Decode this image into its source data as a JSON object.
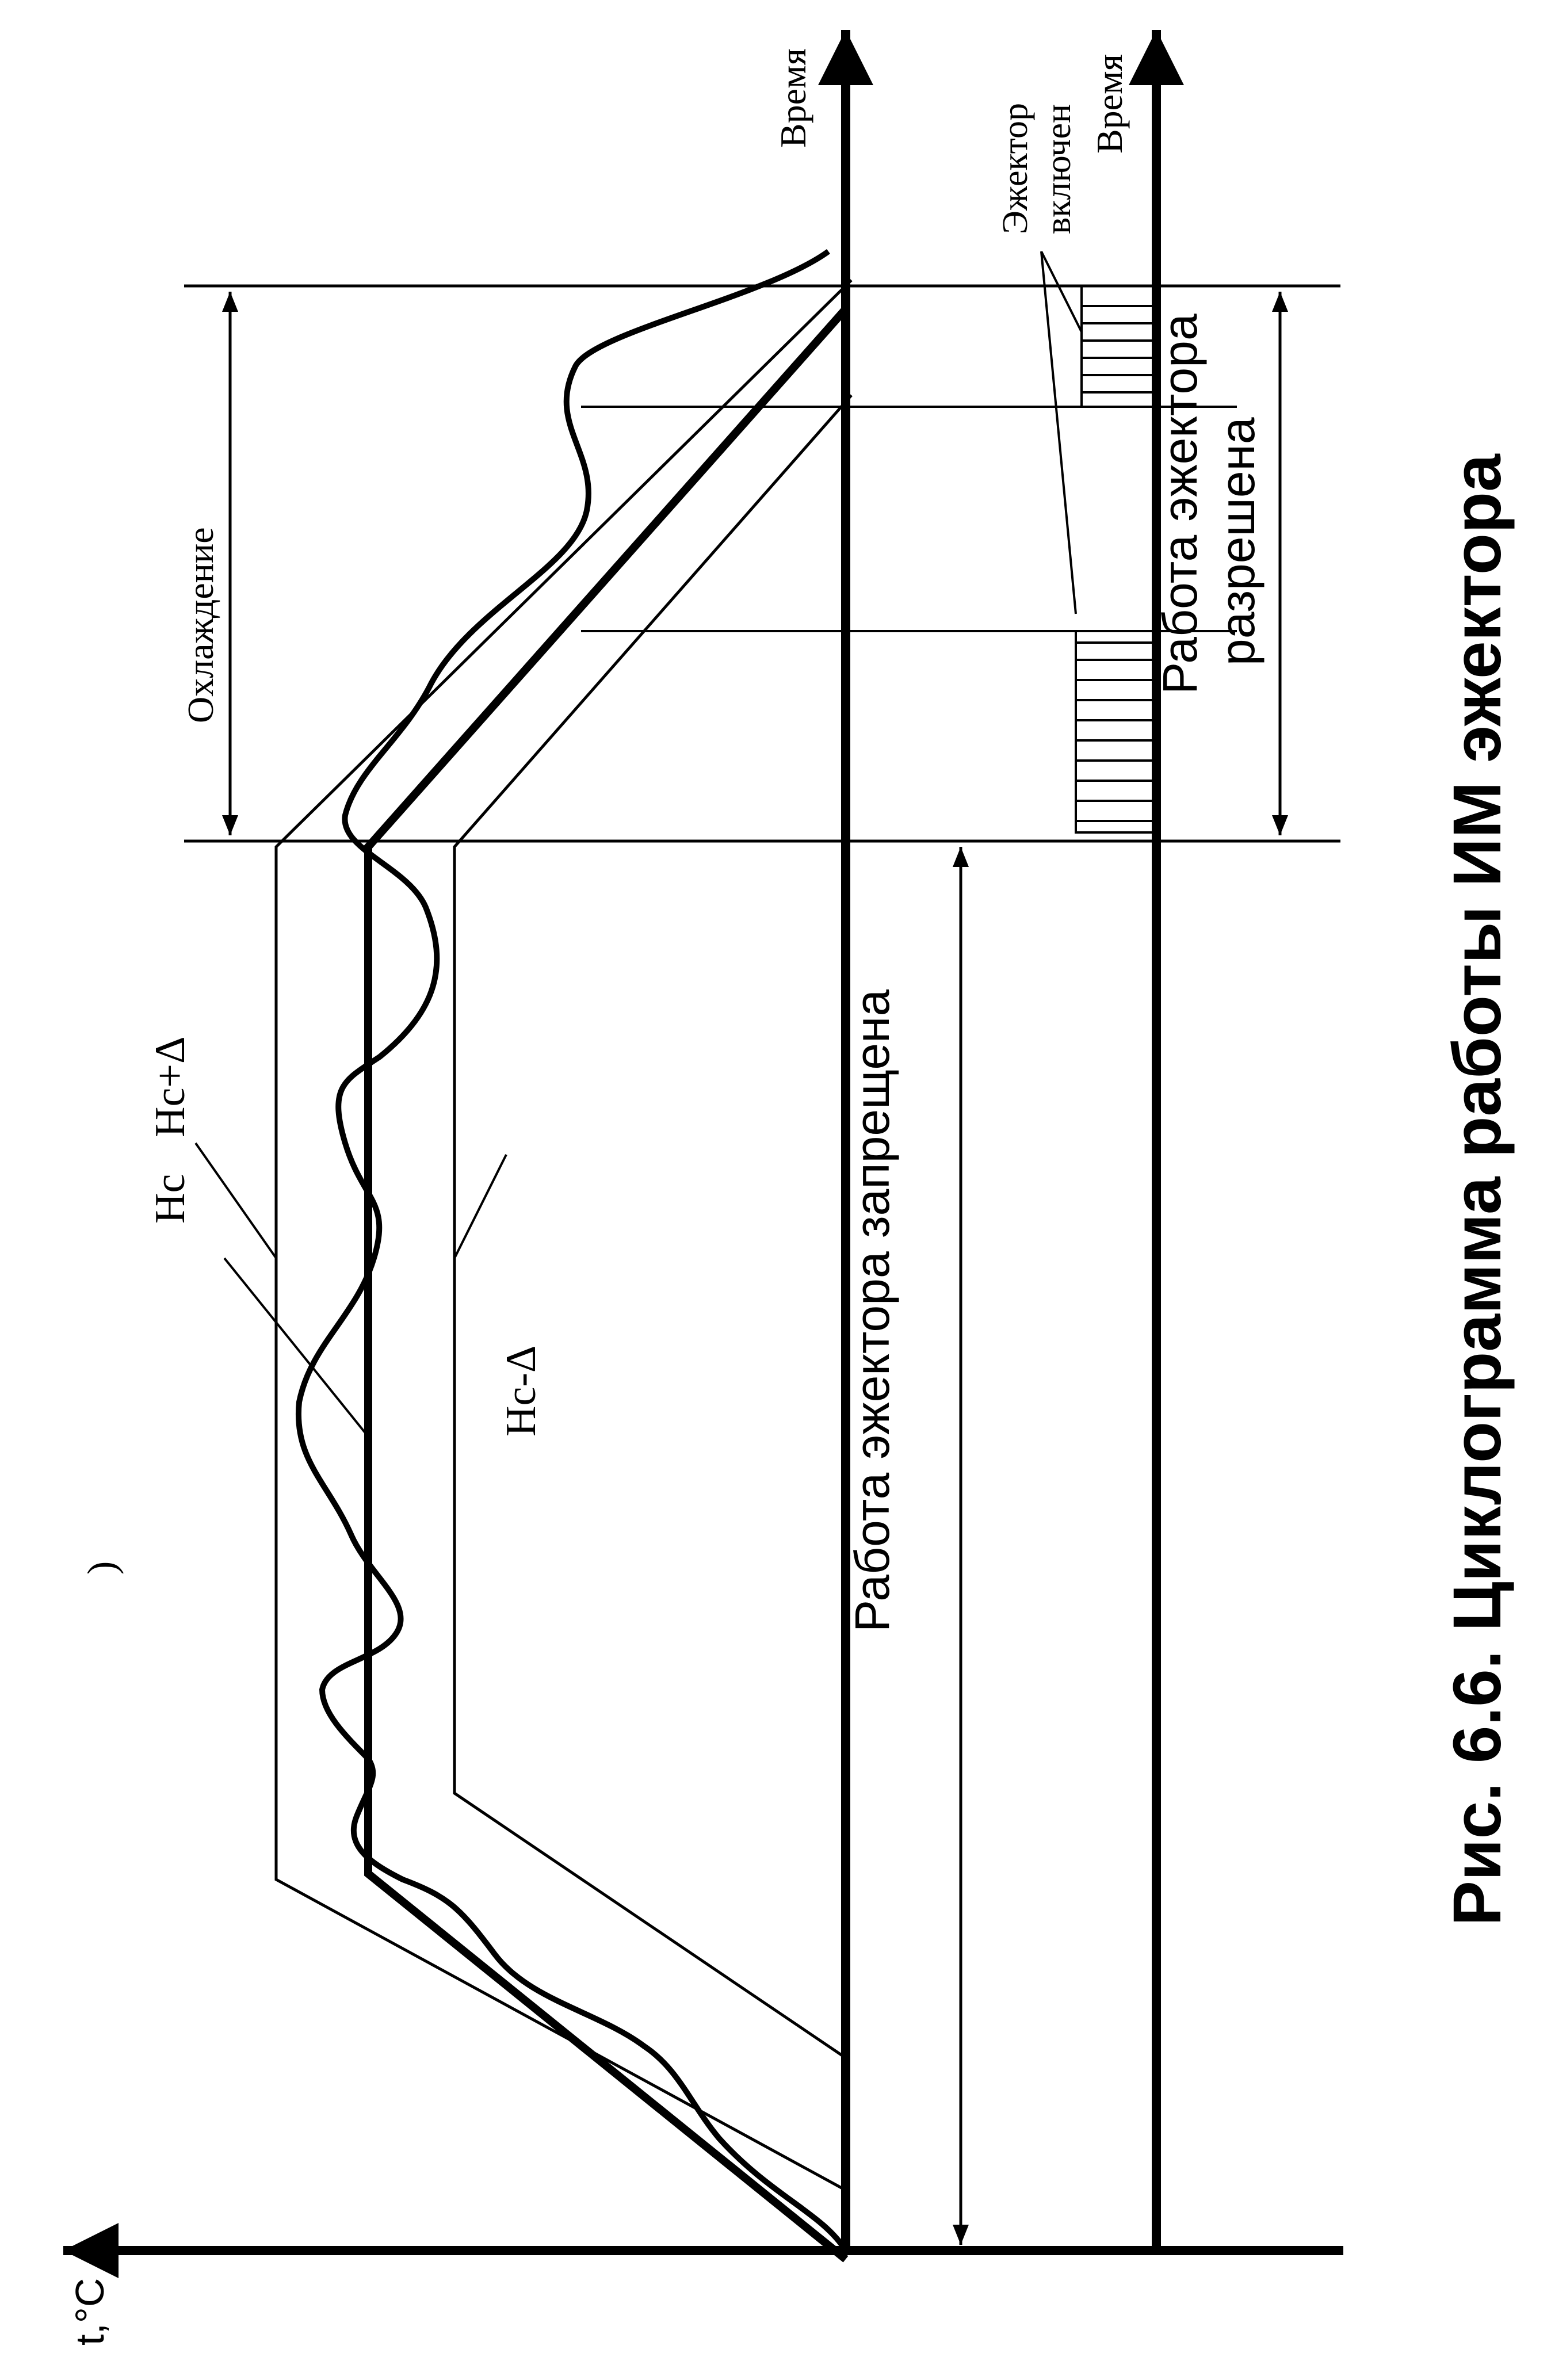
{
  "axes": {
    "y_label": "t,°C",
    "x_label_upper": "Время",
    "x_label_lower": "Время"
  },
  "labels": {
    "setpoint": "Нс",
    "upper_band": "Нс+Δ",
    "lower_band": "Нс-Δ",
    "cooling": "Охлаждение",
    "ejector_forbidden": "Работа эжектора запрещена",
    "ejector_allowed_line1": "Работа эжектора",
    "ejector_allowed_line2": "разрешена",
    "ejector_on_line1": "Эжектор",
    "ejector_on_line2": "включен",
    "stray_mark": ")"
  },
  "caption": "Рис. 6.6. Циклограмма работы ИМ эжектора"
}
